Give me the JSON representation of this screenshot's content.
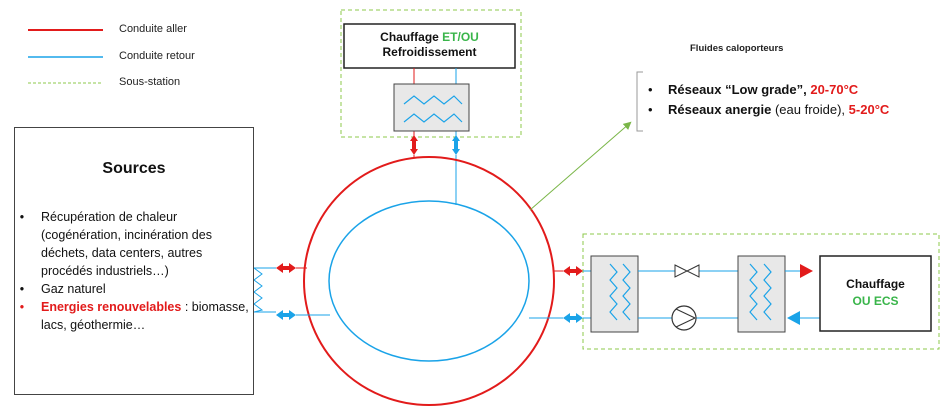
{
  "legend": {
    "supply_label": "Conduite aller",
    "return_label": "Conduite retour",
    "substation_label": "Sous-station"
  },
  "top_box": {
    "line1_prefix": "Chauffage ",
    "line1_highlight": "ET/OU",
    "line2": "Refroidissement"
  },
  "sources": {
    "title": "Sources",
    "items": [
      "Récupération de chaleur (cogénération, incinération des déchets, data centers, autres procédés industriels…)",
      "Gaz naturel"
    ],
    "renewables_label": "Energies renouvelables",
    "renewables_rest": " : biomasse, lacs, géothermie…"
  },
  "fluids": {
    "title": "Fluides caloporteurs",
    "low_grade_label": "Réseaux “Low grade”",
    "low_grade_range": "20-70°C",
    "anergy_label": "Réseaux anergie",
    "anergy_detail": " (eau froide), ",
    "anergy_range": "5-20°C"
  },
  "right_box": {
    "line1": "Chauffage",
    "line2": "OU ECS"
  },
  "colors": {
    "supply": "#e21b1b",
    "return": "#1aa3e8",
    "substation": "#8cc84b",
    "highlight_green": "#39b54a",
    "exchanger_fill": "#e8e8e8",
    "pointer_line": "#7ab648"
  },
  "icons": {
    "supply_arrows": "double-arrow-red-icon",
    "return_arrows": "double-arrow-blue-icon",
    "heat_exchanger": "heat-exchanger-icon",
    "valve": "valve-icon",
    "pump": "pump-icon"
  }
}
